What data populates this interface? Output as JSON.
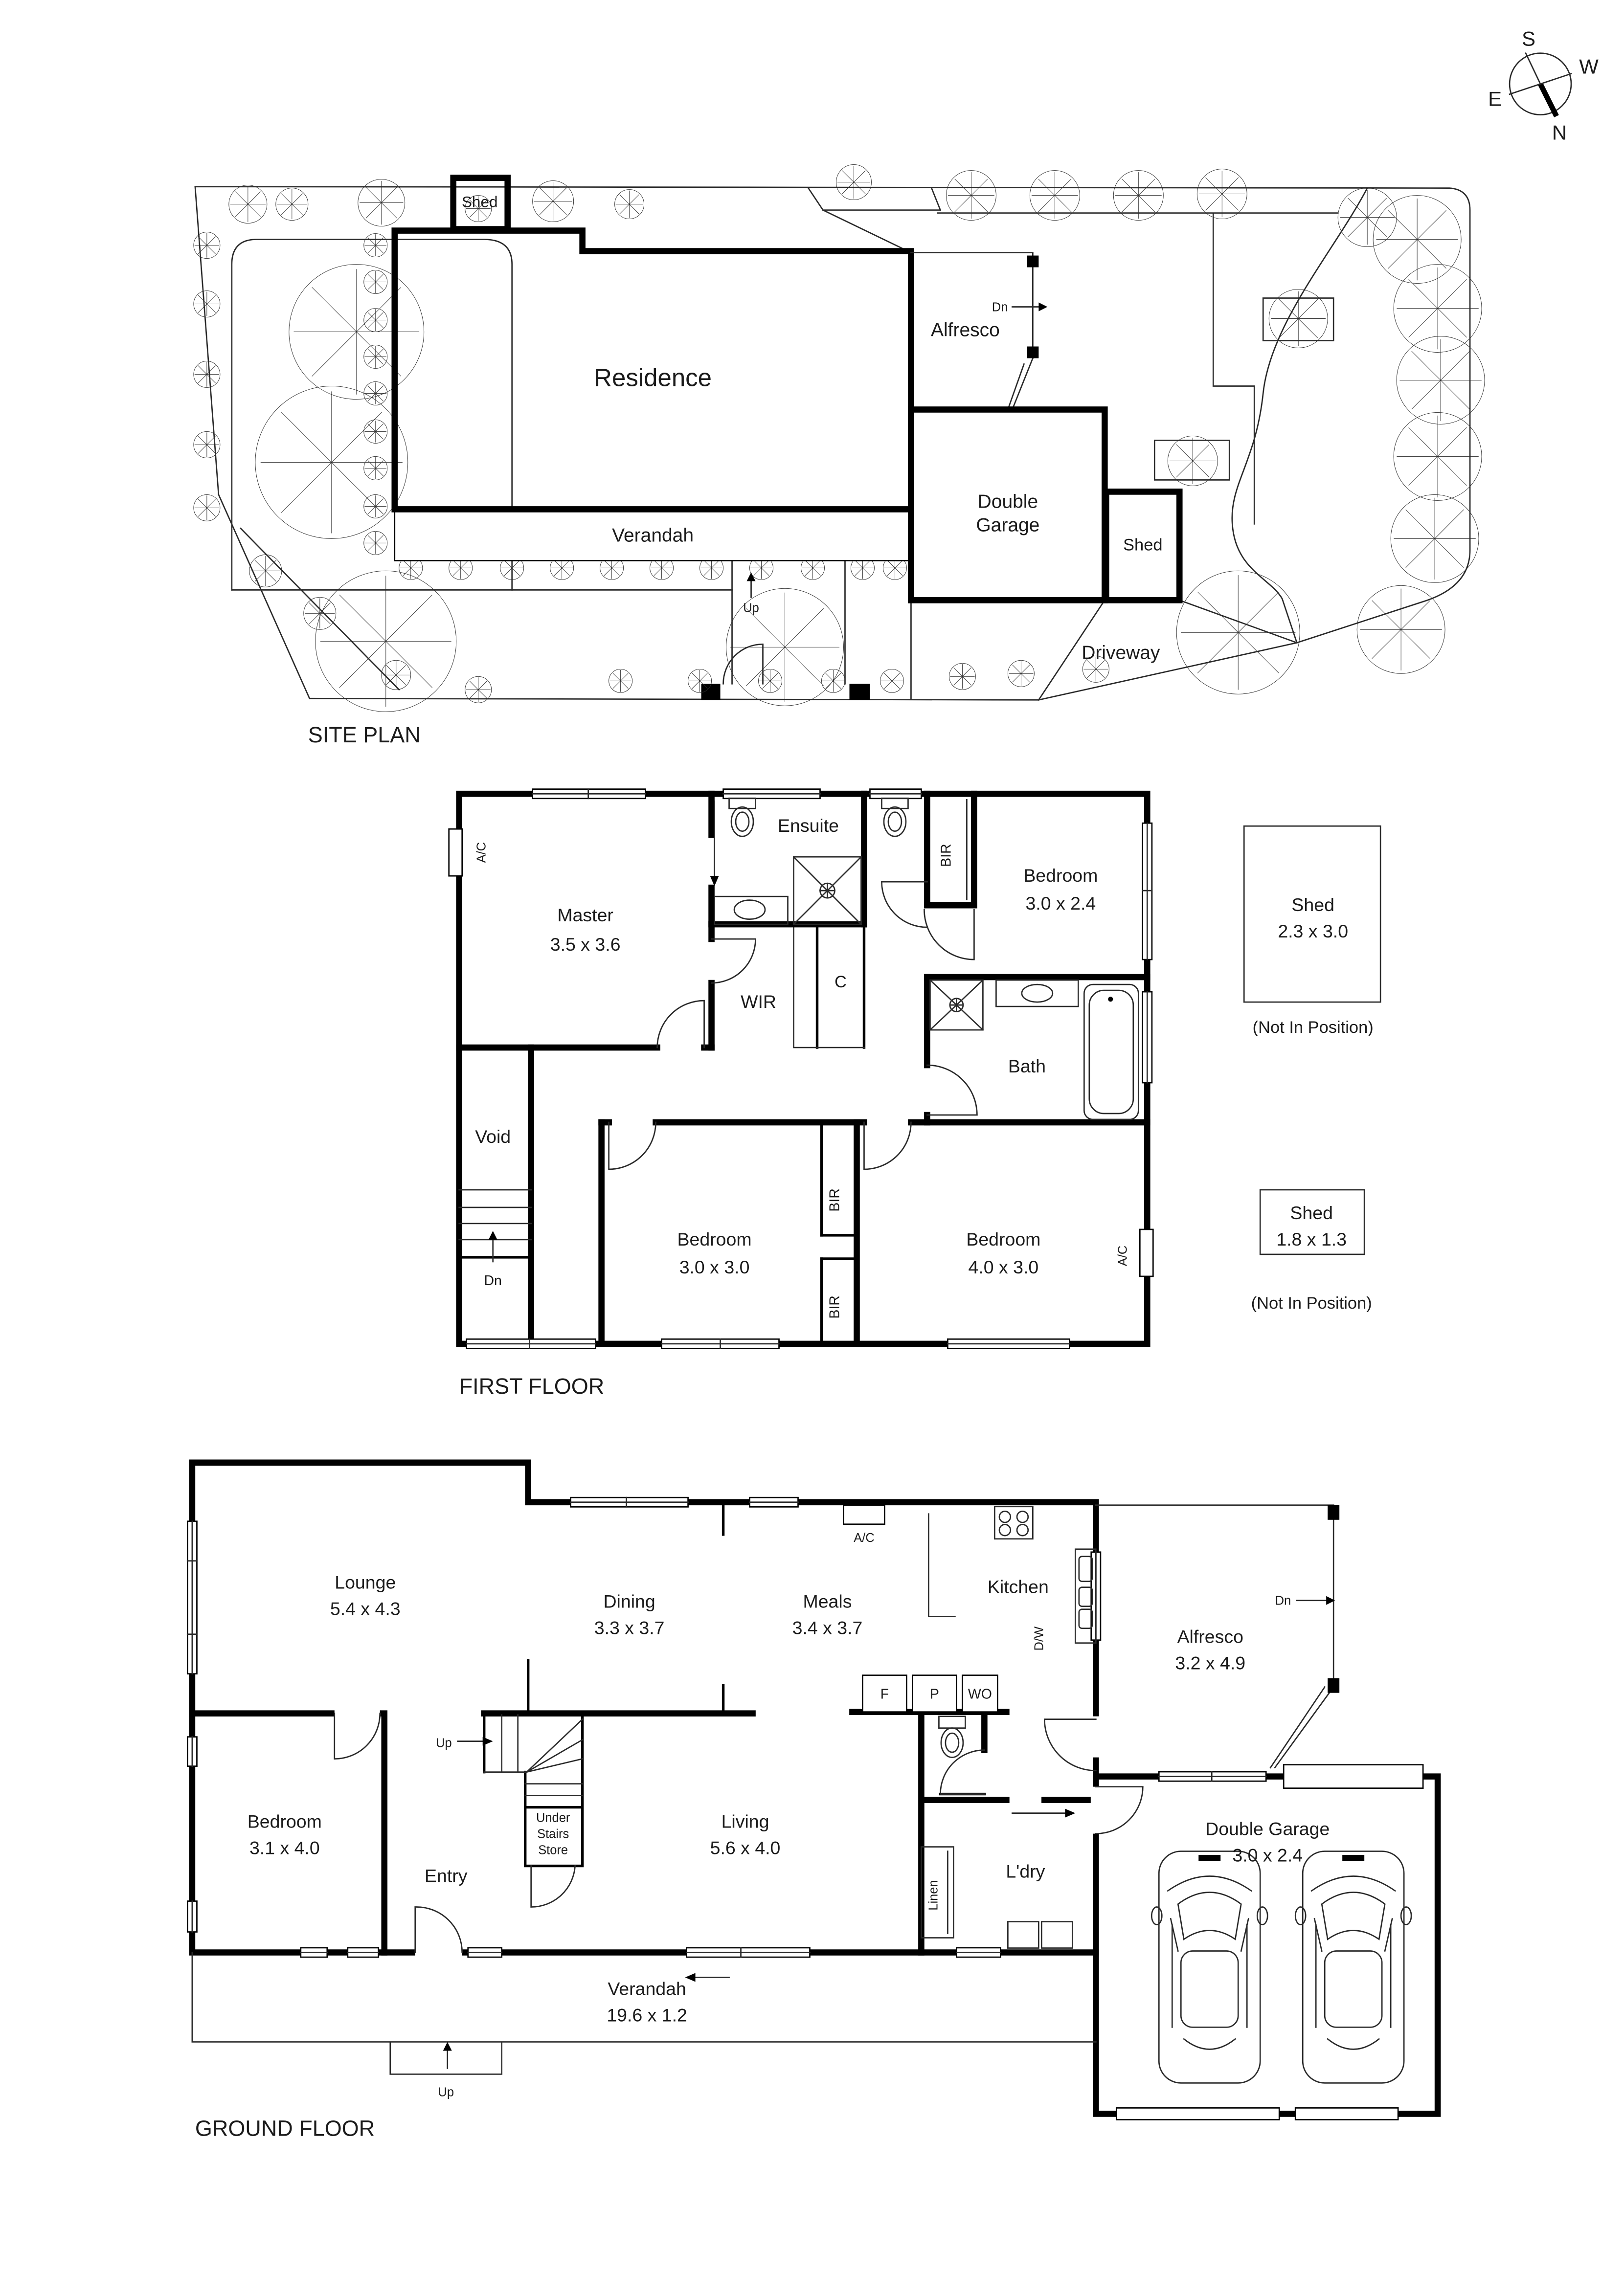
{
  "compass": {
    "s": "S",
    "w": "W",
    "e": "E",
    "n": "N"
  },
  "site_plan": {
    "title": "SITE PLAN",
    "shed_top": "Shed",
    "residence": "Residence",
    "verandah": "Verandah",
    "alfresco": "Alfresco",
    "dn": "Dn",
    "up": "Up",
    "double_garage_line1": "Double",
    "double_garage_line2": "Garage",
    "shed_right": "Shed",
    "driveway": "Driveway"
  },
  "first_floor": {
    "title": "FIRST FLOOR",
    "ac_left": "A/C",
    "master_name": "Master",
    "master_dims": "3.5 x 3.6",
    "ensuite": "Ensuite",
    "wir": "WIR",
    "cupboard": "C",
    "bir_top": "BIR",
    "bedroom2_name": "Bedroom",
    "bedroom2_dims": "3.0 x 2.4",
    "bath": "Bath",
    "void": "Void",
    "dn": "Dn",
    "bedroom3_name": "Bedroom",
    "bedroom3_dims": "3.0 x 3.0",
    "bir_mid": "BIR",
    "bir_low": "BIR",
    "bedroom4_name": "Bedroom",
    "bedroom4_dims": "4.0 x 3.0",
    "ac_right": "A/C",
    "shed_a_name": "Shed",
    "shed_a_dims": "2.3 x 3.0",
    "shed_a_note": "(Not In Position)",
    "shed_b_name": "Shed",
    "shed_b_dims": "1.8 x 1.3",
    "shed_b_note": "(Not In Position)"
  },
  "ground_floor": {
    "title": "GROUND FLOOR",
    "lounge_name": "Lounge",
    "lounge_dims": "5.4 x 4.3",
    "dining_name": "Dining",
    "dining_dims": "3.3 x 3.7",
    "meals_name": "Meals",
    "meals_dims": "3.4 x 3.7",
    "kitchen": "Kitchen",
    "ac": "A/C",
    "dw": "D/W",
    "alfresco_name": "Alfresco",
    "alfresco_dims": "3.2 x 4.9",
    "dn": "Dn",
    "fridge": "F",
    "pantry": "P",
    "wall_oven": "WO",
    "bedroom_name": "Bedroom",
    "bedroom_dims": "3.1 x 4.0",
    "entry": "Entry",
    "up_stairs": "Up",
    "store_line1": "Under",
    "store_line2": "Stairs",
    "store_line3": "Store",
    "living_name": "Living",
    "living_dims": "5.6 x 4.0",
    "laundry": "L'dry",
    "linen": "Linen",
    "garage_name": "Double Garage",
    "garage_dims": "3.0 x 2.4",
    "verandah_name": "Verandah",
    "verandah_dims": "19.6 x 1.2",
    "up_porch": "Up"
  }
}
